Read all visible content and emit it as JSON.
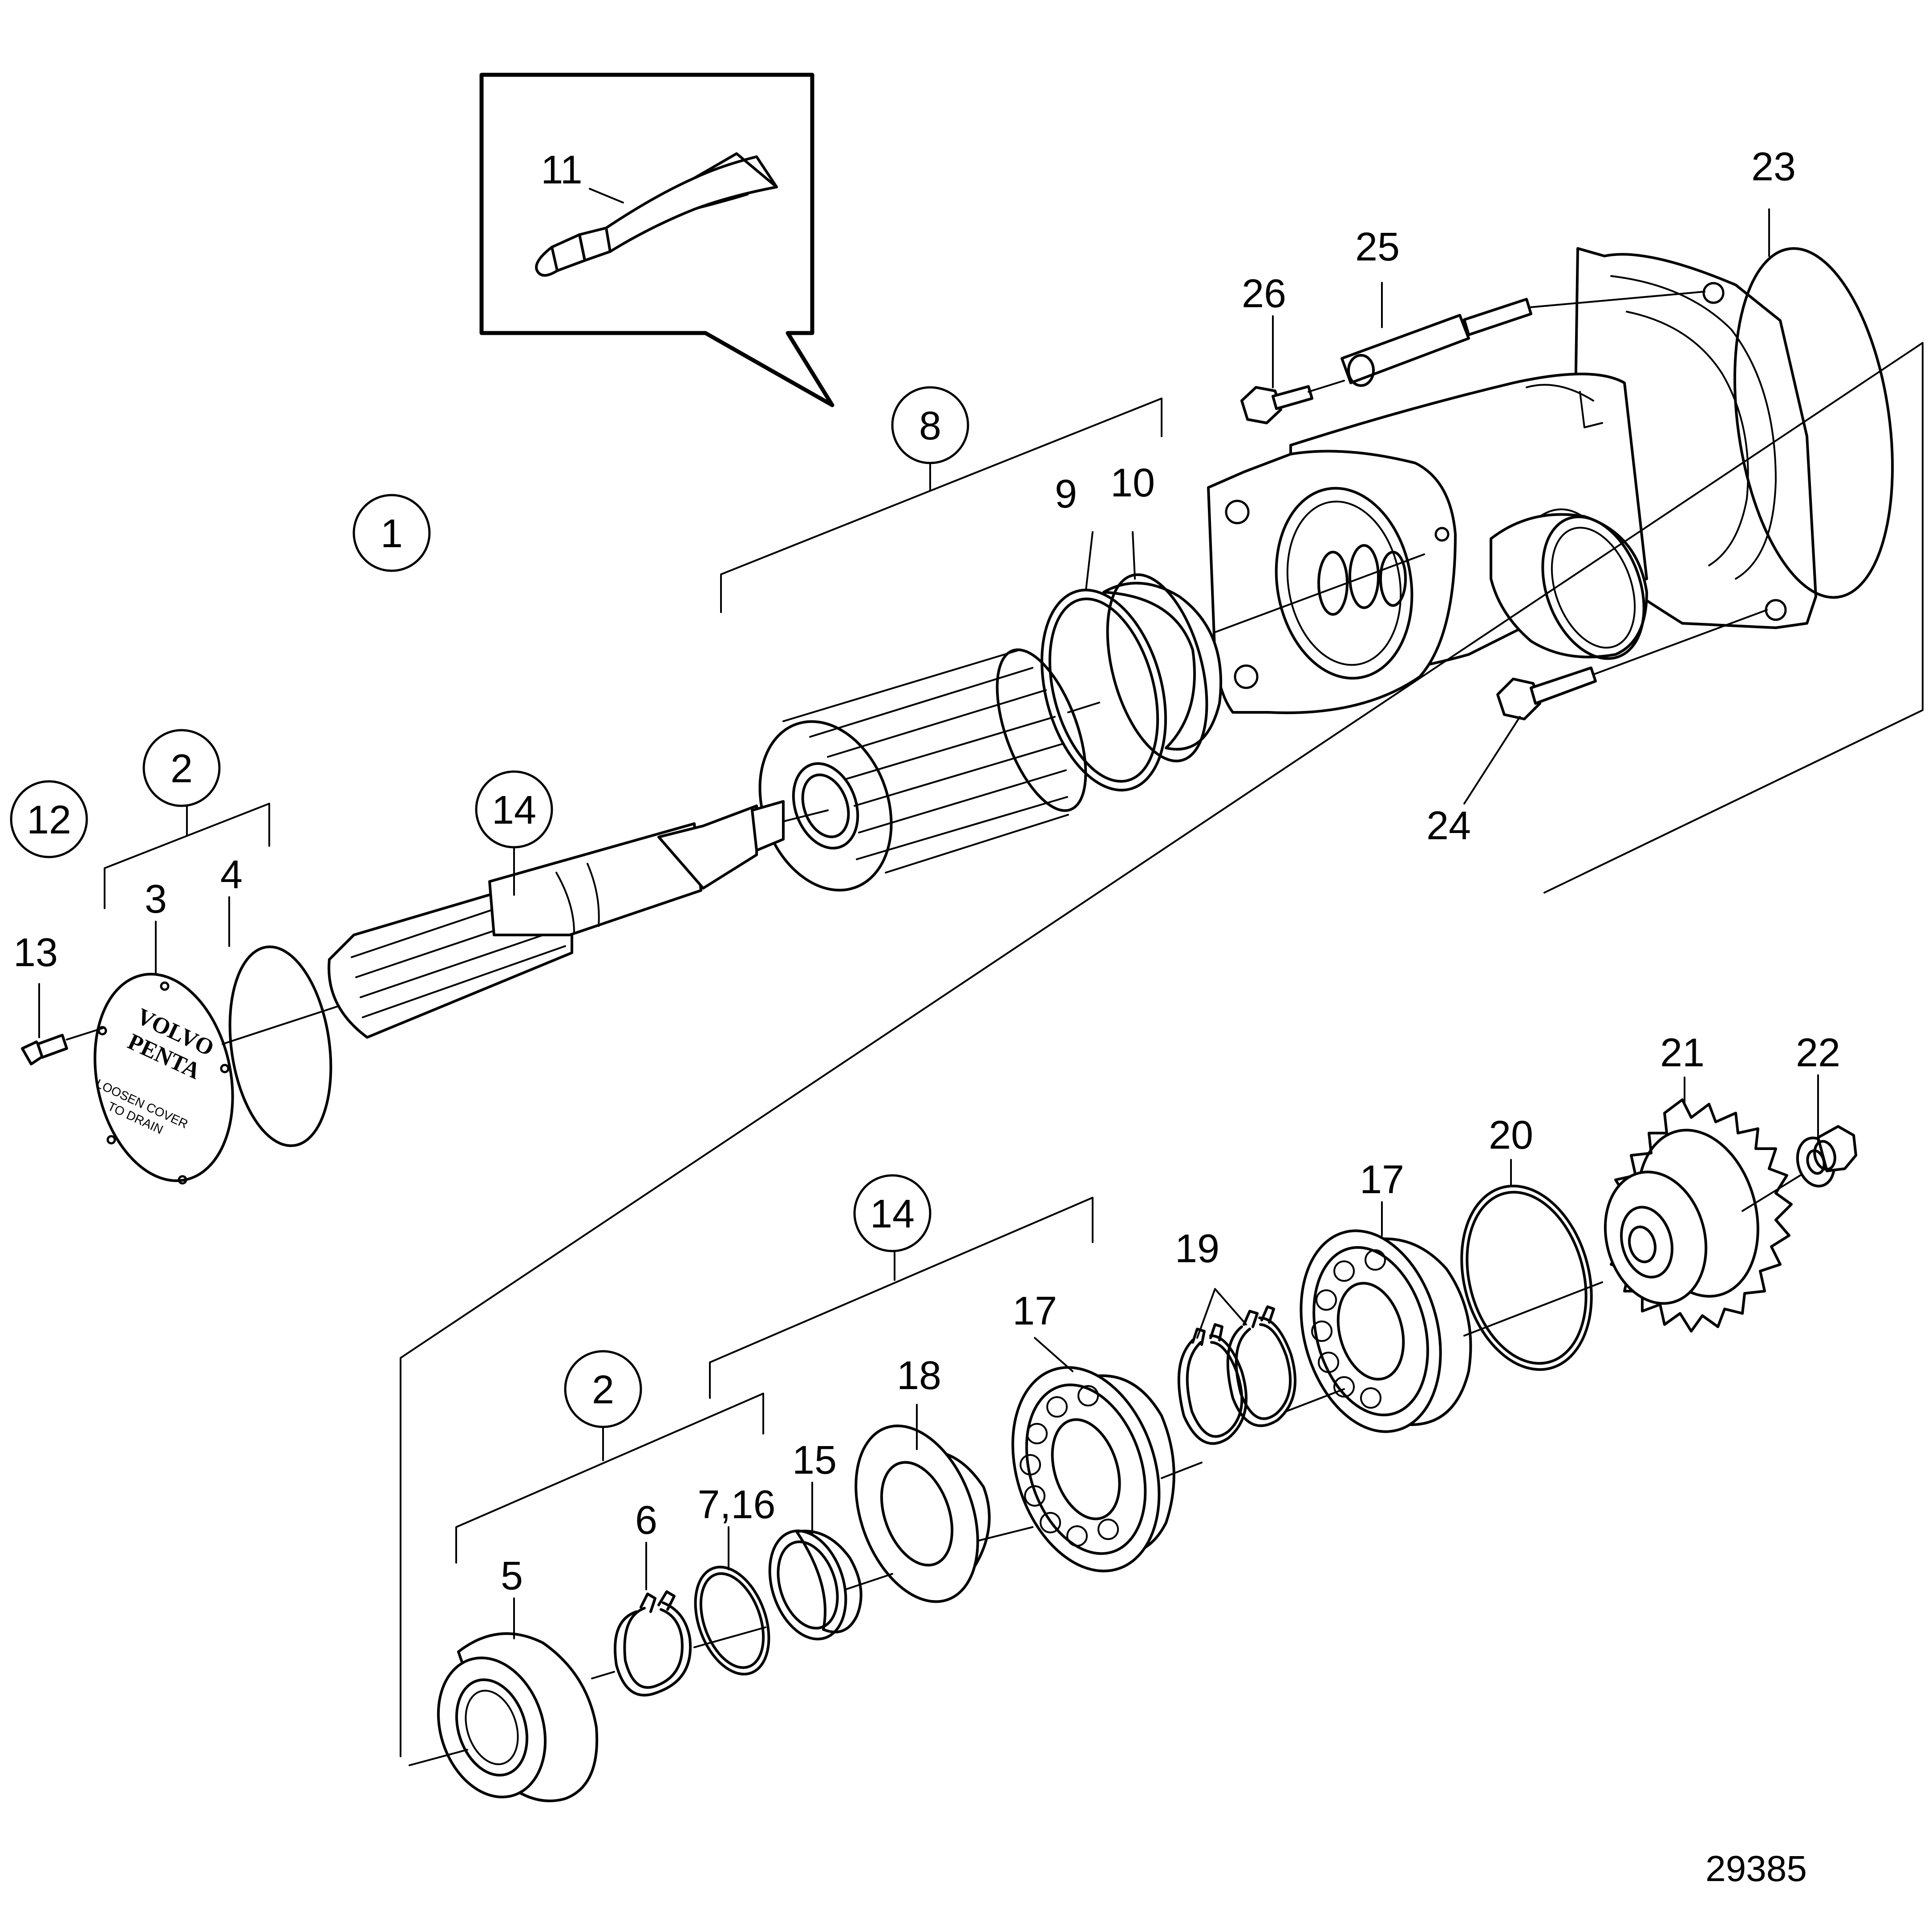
{
  "diagram": {
    "drawing_number": "29385",
    "callouts": [
      {
        "text": "1",
        "circled": true
      },
      {
        "text": "2",
        "circled": true
      },
      {
        "text": "2",
        "circled": true
      },
      {
        "text": "3",
        "circled": false
      },
      {
        "text": "4",
        "circled": false
      },
      {
        "text": "5",
        "circled": false
      },
      {
        "text": "6",
        "circled": false
      },
      {
        "text": "7,16",
        "circled": false
      },
      {
        "text": "8",
        "circled": true
      },
      {
        "text": "9",
        "circled": false
      },
      {
        "text": "10",
        "circled": false
      },
      {
        "text": "11",
        "circled": false
      },
      {
        "text": "12",
        "circled": true
      },
      {
        "text": "13",
        "circled": false
      },
      {
        "text": "14",
        "circled": true
      },
      {
        "text": "14",
        "circled": true
      },
      {
        "text": "15",
        "circled": false
      },
      {
        "text": "17",
        "circled": false
      },
      {
        "text": "17",
        "circled": false
      },
      {
        "text": "18",
        "circled": false
      },
      {
        "text": "19",
        "circled": false
      },
      {
        "text": "20",
        "circled": false
      },
      {
        "text": "21",
        "circled": false
      },
      {
        "text": "22",
        "circled": false
      },
      {
        "text": "23",
        "circled": false
      },
      {
        "text": "24",
        "circled": false
      },
      {
        "text": "25",
        "circled": false
      },
      {
        "text": "26",
        "circled": false
      }
    ],
    "cover_plate": {
      "brand_line_1": "VOLVO",
      "brand_line_2": "PENTA",
      "note_line_1": "LOOSEN COVER",
      "note_line_2": "TO DRAIN"
    }
  }
}
